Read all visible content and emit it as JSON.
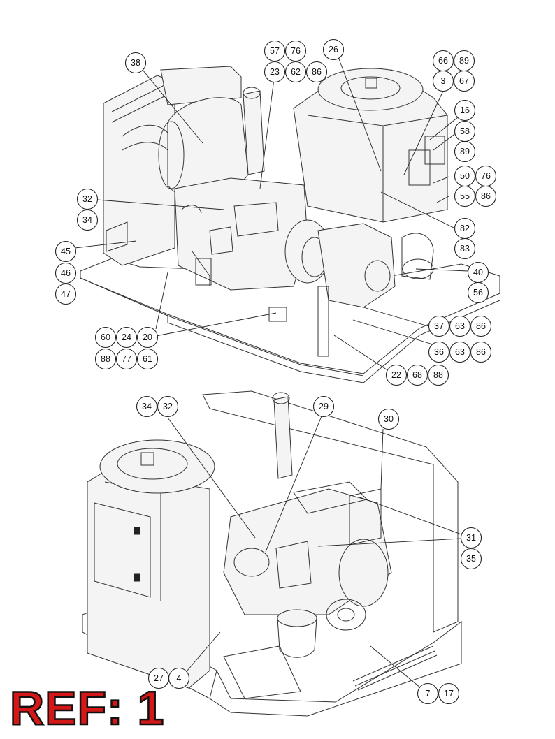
{
  "reference": {
    "label": "REF: 1",
    "color": "#d41818"
  },
  "callouts": {
    "top": [
      "38",
      "57",
      "76",
      "23",
      "62",
      "86",
      "26",
      "66",
      "89",
      "3",
      "67",
      "16",
      "58",
      "89",
      "50",
      "76",
      "55",
      "86",
      "32",
      "34",
      "82",
      "83",
      "45",
      "46",
      "47",
      "40",
      "56",
      "60",
      "24",
      "20",
      "88",
      "77",
      "61",
      "37",
      "63",
      "86",
      "36",
      "63",
      "86",
      "22",
      "68",
      "88"
    ],
    "bottom": [
      "34",
      "32",
      "29",
      "30",
      "31",
      "35",
      "27",
      "4",
      "7",
      "17"
    ]
  },
  "views": [
    {
      "name": "upper-assembly-view"
    },
    {
      "name": "lower-assembly-view"
    }
  ]
}
